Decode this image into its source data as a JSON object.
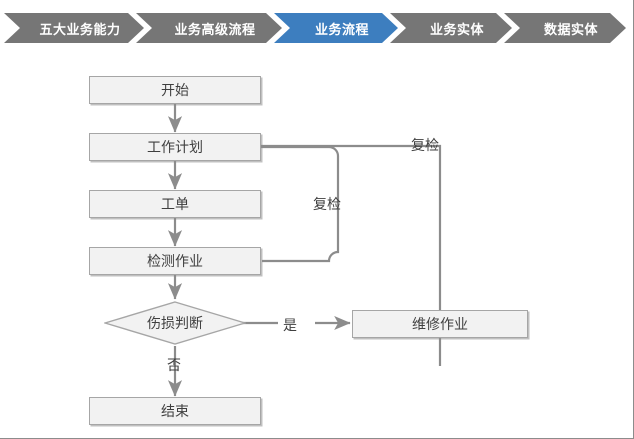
{
  "breadcrumb": {
    "active_color": "#3d7ebf",
    "inactive_color": "#767676",
    "items": [
      {
        "label": "五大业务能力",
        "active": false
      },
      {
        "label": "业务高级流程",
        "active": false
      },
      {
        "label": "业务流程",
        "active": true
      },
      {
        "label": "业务实体",
        "active": false
      },
      {
        "label": "数据实体",
        "active": false
      }
    ]
  },
  "flowchart": {
    "type": "flowchart",
    "node_fill": "#f2f2f2",
    "node_border": "#a6a6a6",
    "connector_color": "#8c8c8c",
    "text_color": "#3f3f3f",
    "nodes": [
      {
        "id": "start",
        "label": "开始",
        "shape": "rect"
      },
      {
        "id": "plan",
        "label": "工作计划",
        "shape": "rect"
      },
      {
        "id": "workorder",
        "label": "工单",
        "shape": "rect"
      },
      {
        "id": "inspection",
        "label": "检测作业",
        "shape": "rect"
      },
      {
        "id": "decision",
        "label": "伤损判断",
        "shape": "diamond"
      },
      {
        "id": "repair",
        "label": "维修作业",
        "shape": "rect"
      },
      {
        "id": "end",
        "label": "结束",
        "shape": "rect"
      }
    ],
    "edge_labels": {
      "recheck_inner": "复检",
      "recheck_outer": "复检",
      "yes": "是",
      "no": "否"
    },
    "edges": [
      {
        "from": "start",
        "to": "plan",
        "label": ""
      },
      {
        "from": "plan",
        "to": "workorder",
        "label": ""
      },
      {
        "from": "workorder",
        "to": "inspection",
        "label": ""
      },
      {
        "from": "inspection",
        "to": "decision",
        "label": ""
      },
      {
        "from": "inspection",
        "to": "plan",
        "label": "复检"
      },
      {
        "from": "decision",
        "to": "repair",
        "label": "是"
      },
      {
        "from": "decision",
        "to": "end",
        "label": "否"
      },
      {
        "from": "repair",
        "to": "plan",
        "label": "复检"
      }
    ]
  }
}
